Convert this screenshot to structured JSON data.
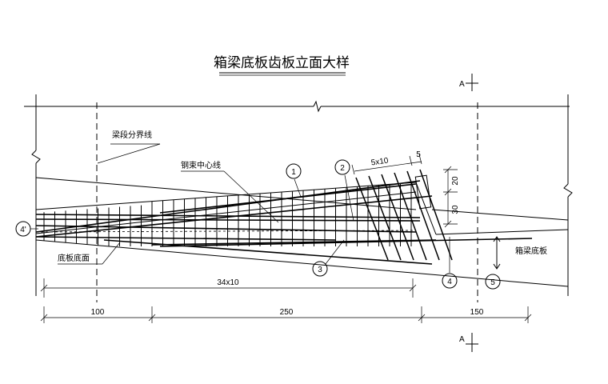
{
  "title": "箱梁底板齿板立面大样",
  "section_mark": "A",
  "labels": {
    "segment_boundary": "梁段分界线",
    "tendon_centerline": "钢束中心线",
    "slab_bottom": "底板底面",
    "box_girder_bottom": "箱梁底板"
  },
  "callouts": {
    "c1": "1",
    "c2": "2",
    "c3": "3",
    "c4": "4",
    "c5": "5",
    "c4p": "4'"
  },
  "dimensions": {
    "top_spacing": "5x10",
    "top_small": "5",
    "right_upper": "20",
    "right_lower": "30",
    "bar_spacing": "34x10",
    "d1": "100",
    "d2": "250",
    "d3": "150"
  }
}
